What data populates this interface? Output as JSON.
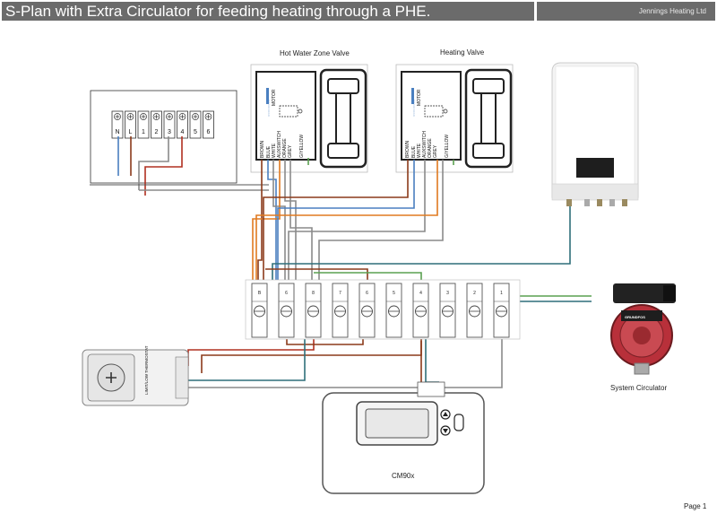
{
  "header": {
    "title": "S-Plan with Extra Circulator for feeding heating through a PHE.",
    "company": "Jennings Heating Ltd"
  },
  "labels": {
    "hw_valve": "Hot Water Zone Valve",
    "heating_valve": "Heating Valve",
    "circulator": "System Circulator",
    "programmer": "CM90x",
    "page": "Page 1"
  },
  "supply_terminals": [
    "N",
    "L",
    "1",
    "2",
    "3",
    "4",
    "5",
    "6"
  ],
  "valve_wires": [
    "BROWN",
    "BLUE",
    "WHITE",
    "AUXSWITCH",
    "ORANGE",
    "GREY",
    "G/YELLOW"
  ],
  "valve_motor": "MOTOR",
  "valve_dots": "○○○○○○○○",
  "junction_terminals": [
    "B",
    "6",
    "8",
    "7",
    "6",
    "5",
    "4",
    "3",
    "2",
    "1"
  ],
  "thermostat_text": "LIMIT/LOW THERMOSTAT",
  "pump_brand": "GRUNDFOS",
  "colors": {
    "brown": "#8b3a1a",
    "red": "#b03020",
    "orange": "#e07a20",
    "blue": "#4a7fc0",
    "grey": "#8a8a8a",
    "green": "#5aa050",
    "teal": "#2f6f7a",
    "title_bg": "#6b6b6b"
  }
}
